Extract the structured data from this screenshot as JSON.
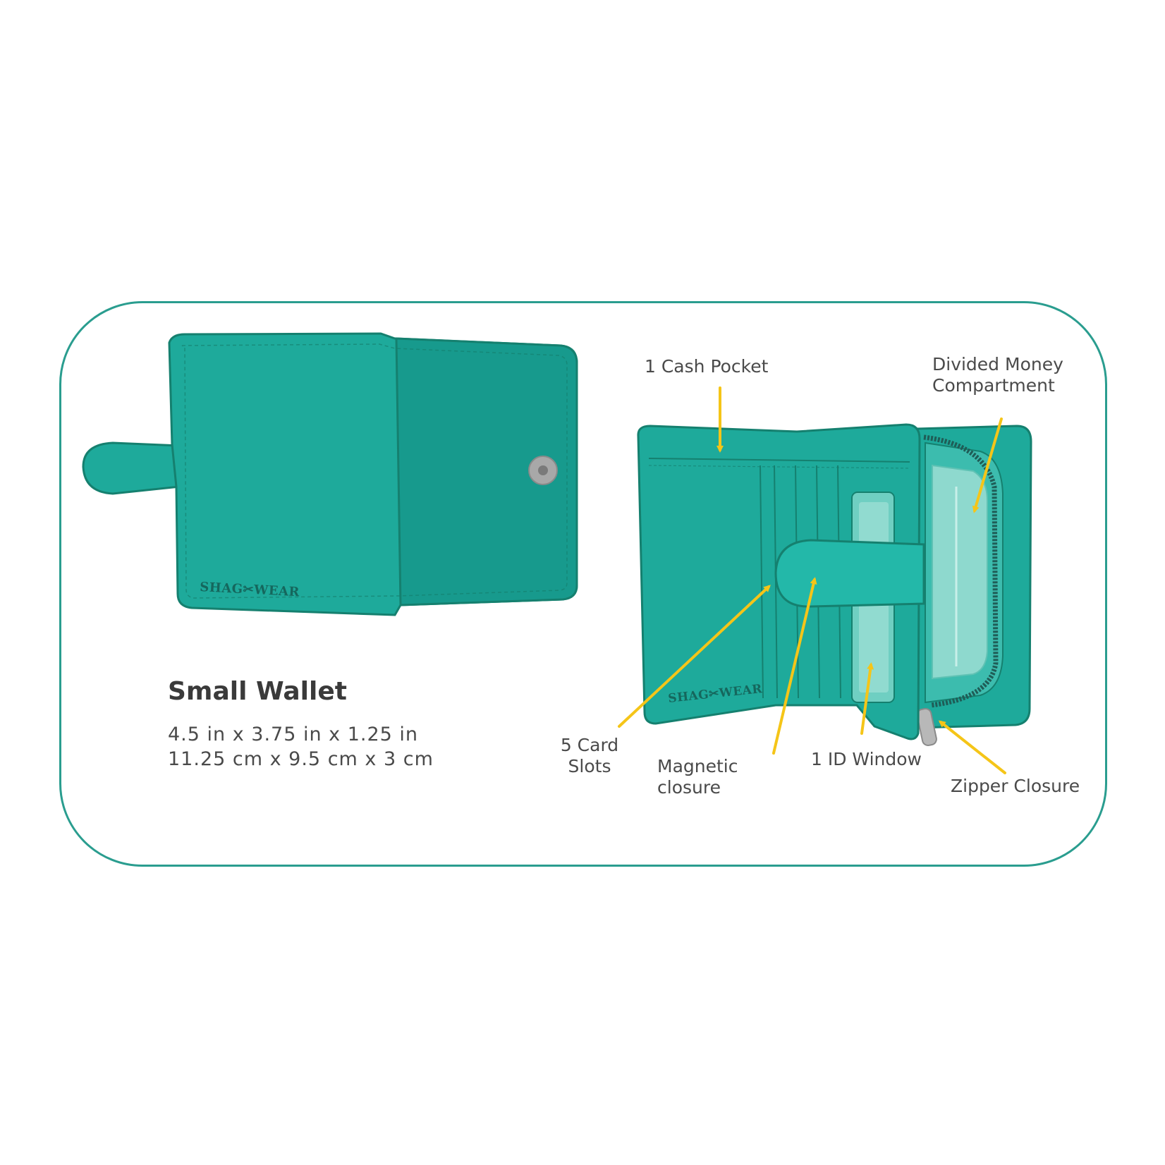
{
  "product": {
    "title": "Small Wallet",
    "dimensions_in": "4.5 in x 3.75 in x 1.25 in",
    "dimensions_cm": "11.25 cm x  9.5 cm x 3 cm",
    "brand_logo": "SHAG WEAR"
  },
  "callouts": {
    "cash_pocket": "1 Cash Pocket",
    "divided_money_line1": "Divided Money",
    "divided_money_line2": "Compartment",
    "card_slots_line1": "5 Card",
    "card_slots_line2": "Slots",
    "magnetic_line1": "Magnetic",
    "magnetic_line2": "closure",
    "id_window": "1 ID Window",
    "zipper": "Zipper Closure"
  },
  "colors": {
    "wallet_teal": "#1eaa9b",
    "wallet_dark_teal": "#179a8d",
    "outline": "#15806f",
    "frame": "#2a9d8f",
    "arrow_yellow": "#f5c518"
  }
}
